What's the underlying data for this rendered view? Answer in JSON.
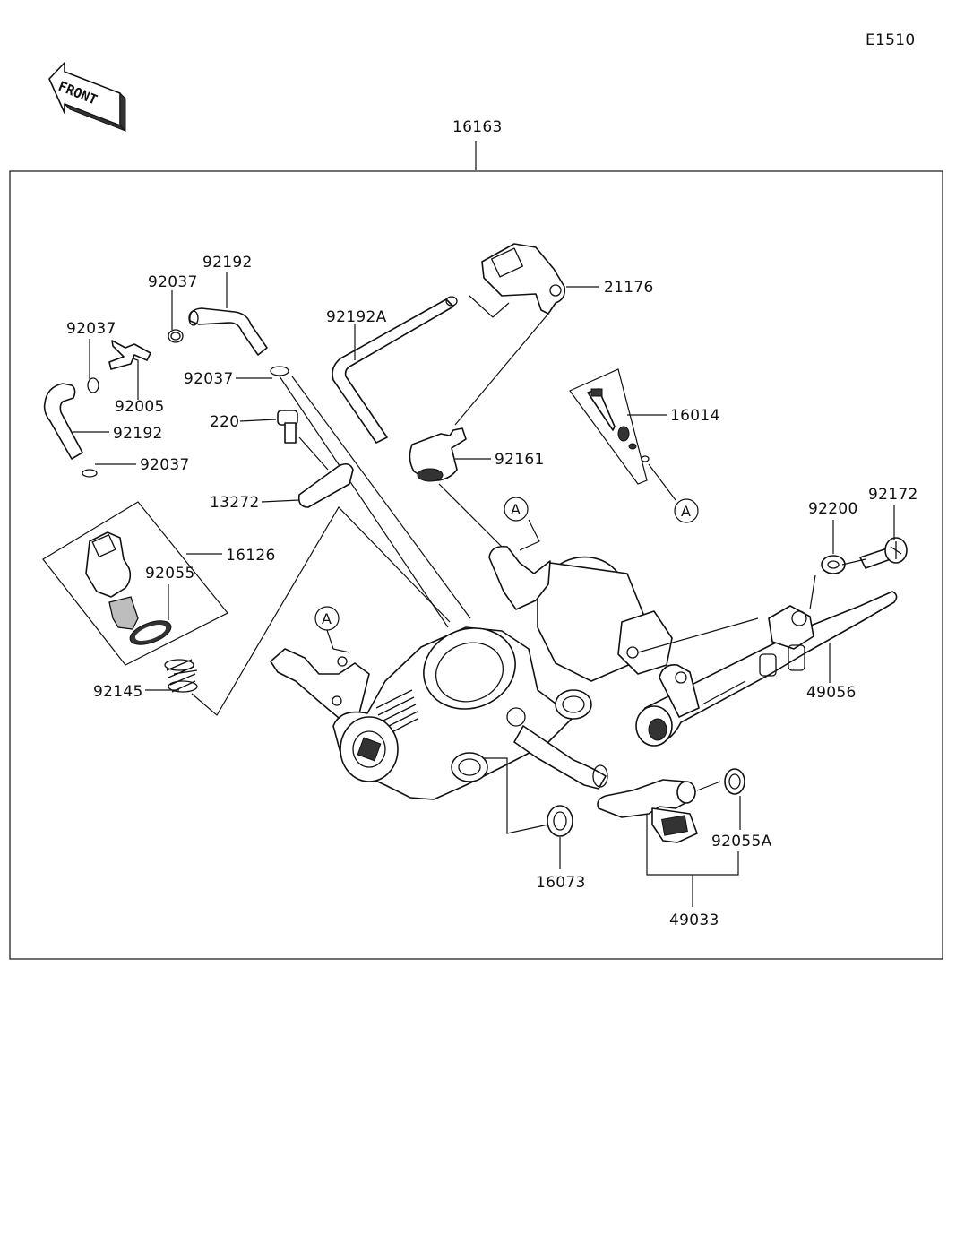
{
  "diagram_code": "E1510",
  "front_label": "FRONT",
  "assembly_label": "16163",
  "ref_marker": "A",
  "parts": {
    "p21176": "21176",
    "p92192A": "92192A",
    "p92192_top": "92192",
    "p92037_a": "92037",
    "p92037_b": "92037",
    "p92037_c": "92037",
    "p92037_d": "92037",
    "p92005": "92005",
    "p92192_left": "92192",
    "p220": "220",
    "p13272": "13272",
    "p92161": "92161",
    "p16014": "16014",
    "p16126": "16126",
    "p92055": "92055",
    "p92145": "92145",
    "p92200": "92200",
    "p92172": "92172",
    "p49056": "49056",
    "p16073": "16073",
    "p92055A": "92055A",
    "p49033": "49033"
  }
}
